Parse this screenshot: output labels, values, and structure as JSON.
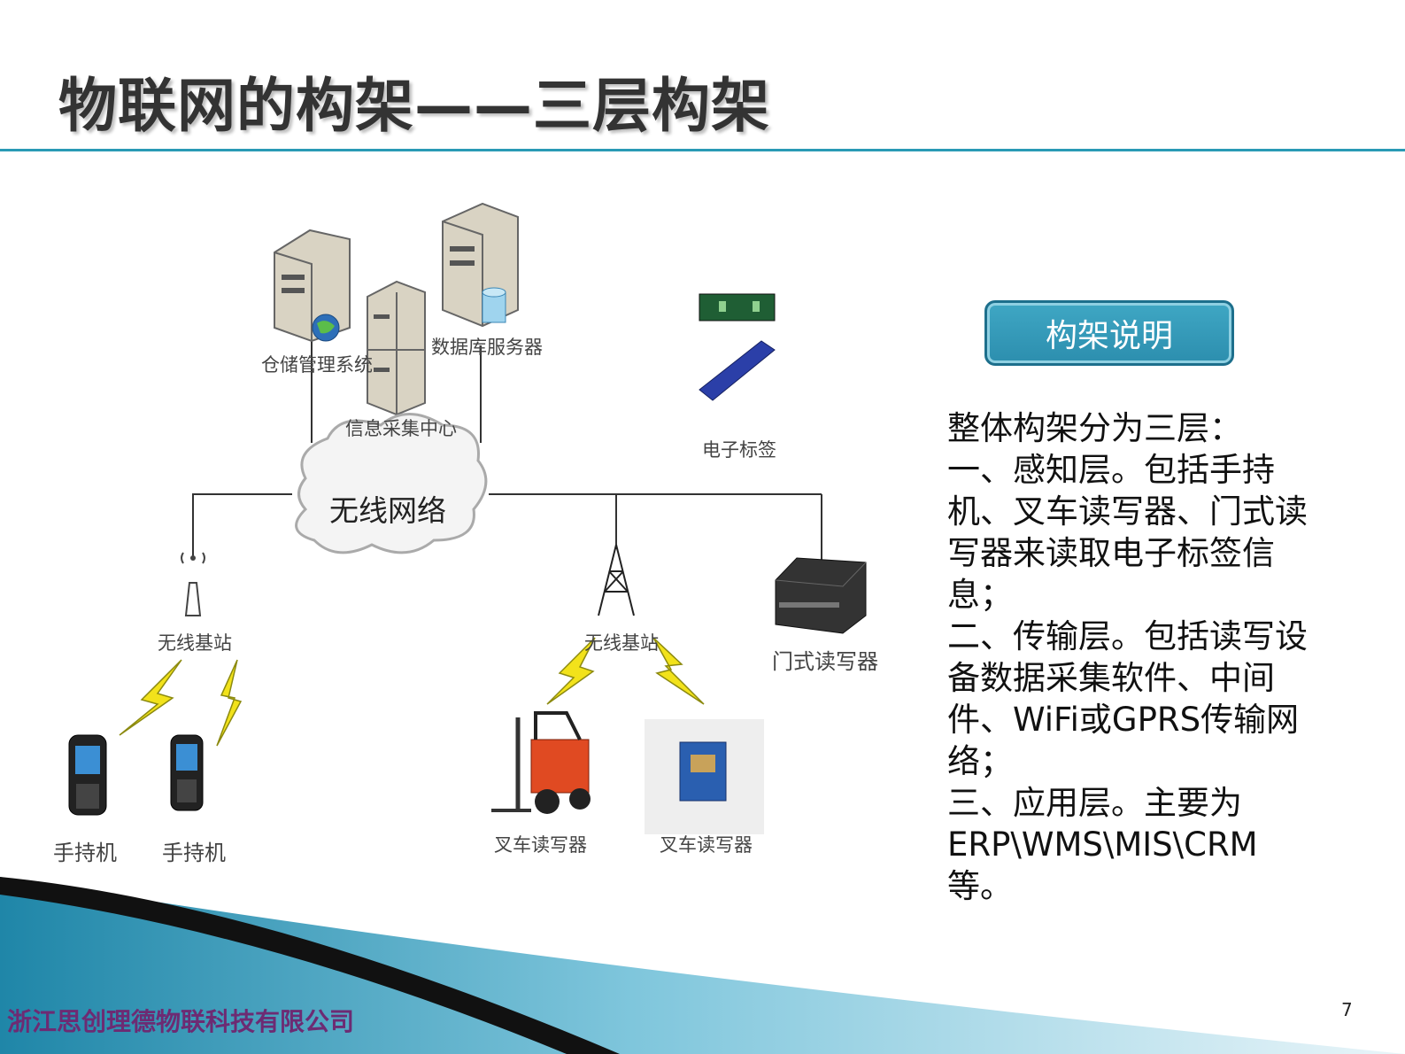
{
  "slide": {
    "title": "物联网的构架——三层构架",
    "page_number": "7",
    "company": "浙江思创理德物联科技有限公司"
  },
  "diagram": {
    "labels": {
      "warehouse": "仓储管理系统",
      "db_server": "数据库服务器",
      "collection_center": "信息采集中心",
      "wireless_network": "无线网络",
      "etag": "电子标签",
      "base_station_left": "无线基站",
      "base_station_right": "无线基站",
      "door_reader": "门式读写器",
      "handheld_1": "手持机",
      "handheld_2": "手持机",
      "forklift_reader_1": "叉车读写器",
      "forklift_reader_2": "叉车读写器"
    }
  },
  "panel": {
    "button_label": "构架说明",
    "lines": [
      "整体构架分为三层：",
      "一、感知层。包括手持机、叉车读写器、门式读写器来读取电子标签信息；",
      "二、传输层。包括读写设备数据采集软件、中间件、WiFi或GPRS传输网络；",
      "三、应用层。主要为ERP\\WMS\\MIS\\CRM等。"
    ]
  },
  "colors": {
    "accent": "#2a9ab5",
    "button": "#2c8eae",
    "company_text": "#6d2b73"
  }
}
